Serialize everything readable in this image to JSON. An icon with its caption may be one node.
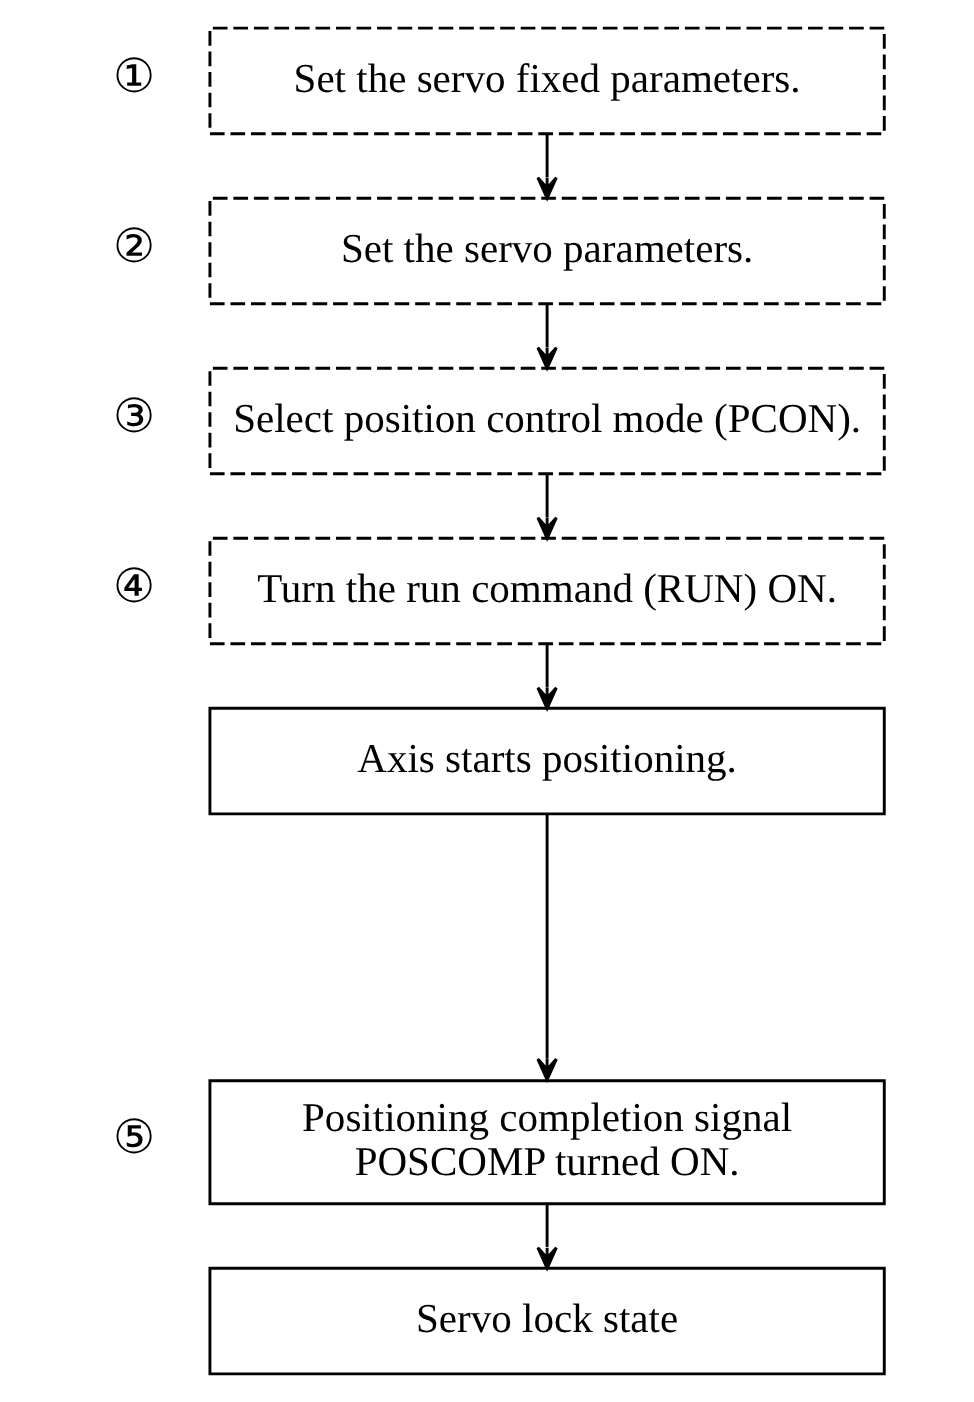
{
  "diagram": {
    "nodes": [
      {
        "text": [
          "Set the servo fixed parameters."
        ],
        "beside": [
          "①"
        ]
      },
      {
        "text": [
          "Set the servo parameters."
        ],
        "beside": [
          "②"
        ]
      },
      {
        "text": [
          "Select position control mode (PCON)."
        ],
        "beside": [
          "③"
        ]
      },
      {
        "text": [
          "Turn the run command (RUN) ON."
        ],
        "beside": [
          "④"
        ]
      },
      {
        "text": [
          "Axis starts positioning."
        ]
      },
      {
        "text": [
          "Positioning completion signal POSCOMP turned ON."
        ],
        "beside": [
          "⑤"
        ]
      },
      {
        "text": [
          "Servo lock state"
        ]
      }
    ],
    "edges": [
      {
        "from": 0,
        "to": 1,
        "arrow": "to"
      },
      {
        "from": 1,
        "to": 2,
        "arrow": "to"
      },
      {
        "from": 2,
        "to": 3,
        "arrow": "to"
      },
      {
        "from": 3,
        "to": 4,
        "arrow": "to"
      },
      {
        "from": 4,
        "to": 5,
        "arrow": "to"
      },
      {
        "from": 5,
        "to": 6,
        "arrow": "to"
      }
    ]
  }
}
